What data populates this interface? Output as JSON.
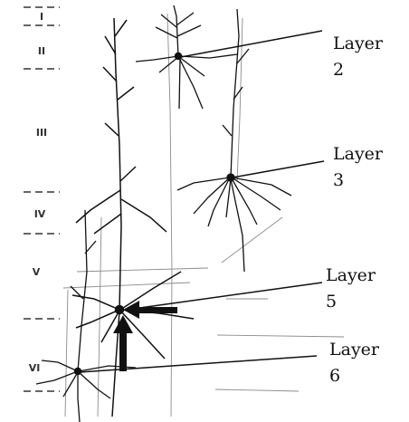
{
  "cortical_layers": [
    "I",
    "II",
    "III",
    "IV",
    "V",
    "VI"
  ],
  "callouts": [
    {
      "word": "Layer",
      "number": "2"
    },
    {
      "word": "Layer",
      "number": "3"
    },
    {
      "word": "Layer",
      "number": "5"
    },
    {
      "word": "Layer",
      "number": "6"
    }
  ],
  "colors": {
    "ink": "#111111",
    "stipple": "#333333",
    "background": "#ffffff"
  }
}
